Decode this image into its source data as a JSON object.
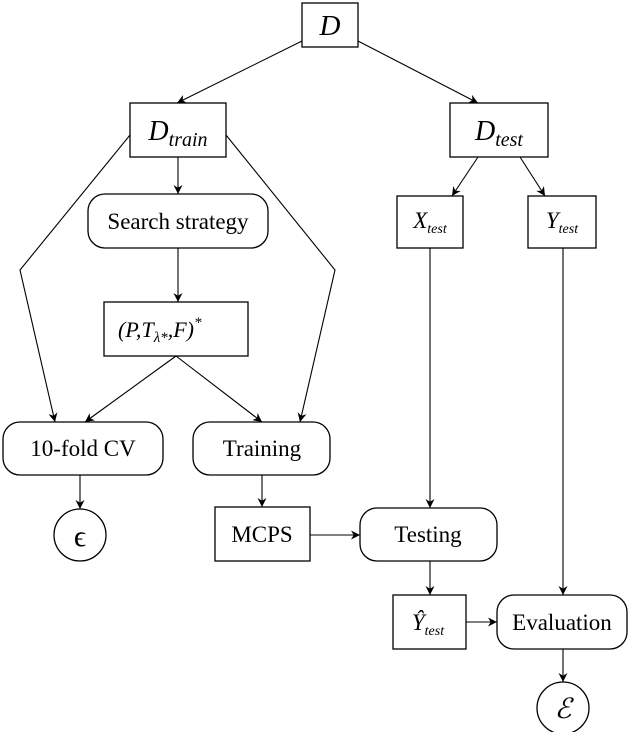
{
  "nodes": {
    "d": {
      "symbol": "D"
    },
    "d_train": {
      "symbol": "D",
      "subscript": "train"
    },
    "d_test": {
      "symbol": "D",
      "subscript": "test"
    },
    "search": {
      "label": "Search strategy"
    },
    "config": {
      "p": "(P,",
      "t": "T",
      "t_sub": "λ*",
      "rest": ",F)",
      "sup": "*"
    },
    "x_test": {
      "symbol": "X",
      "subscript": "test"
    },
    "y_test": {
      "symbol": "Y",
      "subscript": "test"
    },
    "cv": {
      "label": "10-fold CV"
    },
    "training": {
      "label": "Training"
    },
    "eps": {
      "symbol": "ϵ"
    },
    "mcps": {
      "label": "MCPS"
    },
    "testing": {
      "label": "Testing"
    },
    "yhat": {
      "symbol": "Ŷ",
      "subscript": "test"
    },
    "eval": {
      "label": "Evaluation"
    },
    "calE": {
      "symbol": "ℰ"
    }
  }
}
